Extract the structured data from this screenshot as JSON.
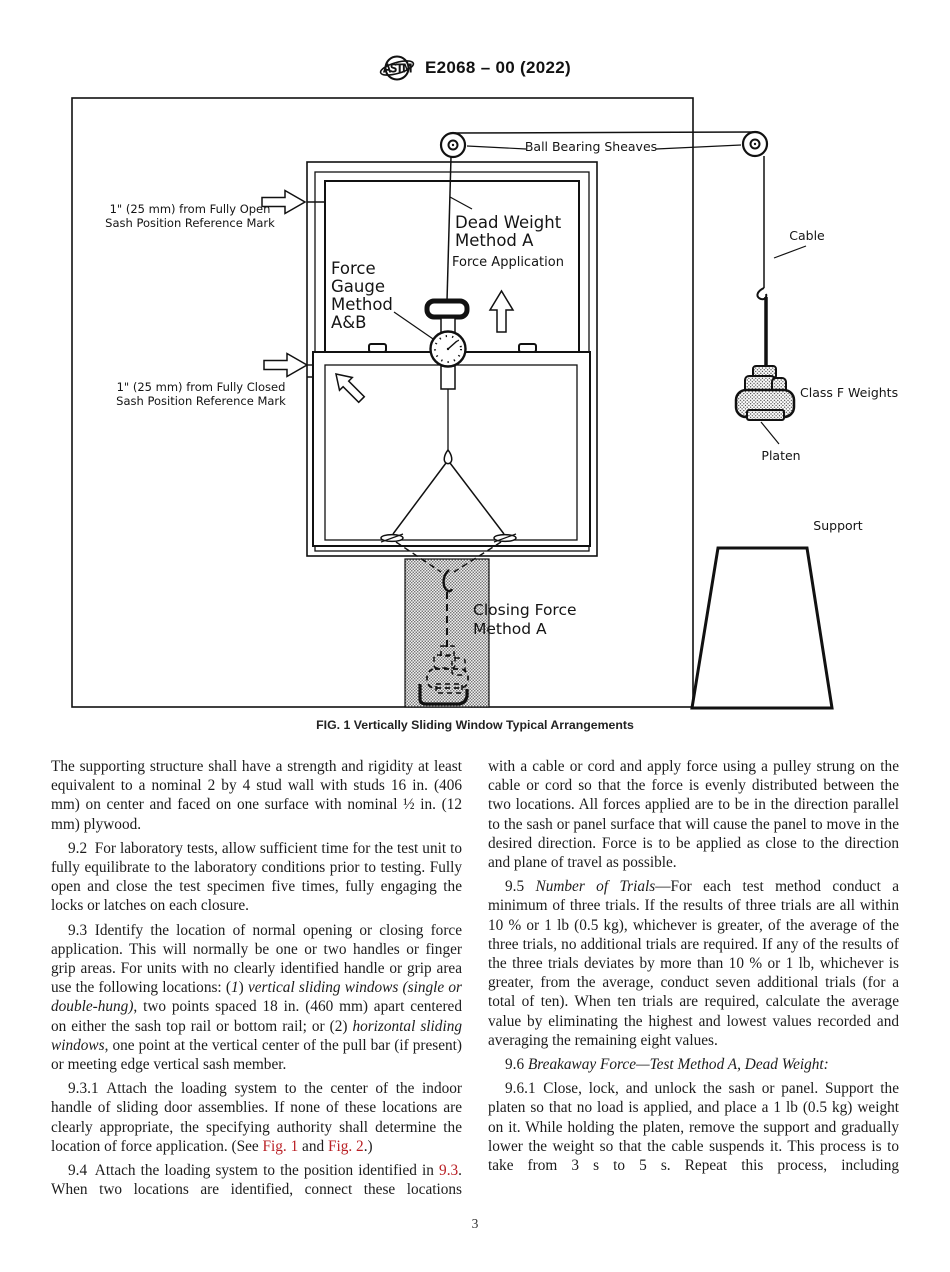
{
  "page": {
    "header": {
      "logo_text": "ASTM",
      "title": "E2068 – 00 (2022)"
    },
    "figure": {
      "caption": "FIG. 1 Vertically Sliding Window Typical Arrangements",
      "labels": {
        "ball_bearing_sheaves": "Ball Bearing Sheaves",
        "fully_open_l1": "1\" (25 mm) from Fully Open",
        "fully_open_l2": "Sash Position Reference Mark",
        "dead_weight_l1": "Dead Weight",
        "dead_weight_l2": "Method A",
        "force_application": "Force Application",
        "force_gauge_l1": "Force",
        "force_gauge_l2": "Gauge",
        "force_gauge_l3": "Method",
        "force_gauge_l4": "A&B",
        "fully_closed_l1": "1\" (25 mm) from Fully Closed",
        "fully_closed_l2": "Sash Position Reference Mark",
        "cable": "Cable",
        "class_f_weights": "Class F Weights",
        "platen": "Platen",
        "support": "Support",
        "closing_force_l1": "Closing Force",
        "closing_force_l2": "Method A"
      }
    },
    "body": {
      "left": [
        {
          "segments": [
            "The supporting structure shall have a strength and rigidity at least equivalent to a nominal 2 by 4 stud wall with studs 16 in. (406 mm) on center and faced on one surface with nominal ½ in. (12 mm) plywood."
          ]
        },
        {
          "segments": [
            "9.2 For laboratory tests, allow sufficient time for the test unit to fully equilibrate to the laboratory conditions prior to testing. Fully open and close the test specimen five times, fully engaging the locks or latches on each closure."
          ]
        },
        {
          "segments": [
            "9.3 Identify the location of normal opening or closing force application. This will normally be one or two handles or finger grip areas. For units with no clearly identified handle or grip area use the following locations: (",
            {
              "t": "1",
              "s": "i"
            },
            ") ",
            {
              "t": "vertical sliding windows (single or double-hung)",
              "s": "i"
            },
            ", two points spaced 18 in. (460 mm) apart centered on either the sash top rail or bottom rail; or (2) ",
            {
              "t": "horizontal sliding windows",
              "s": "i"
            },
            ", one point at the vertical center of the pull bar (if present) or meeting edge vertical sash member."
          ]
        },
        {
          "segments": [
            "9.3.1 Attach the loading system to the center of the indoor handle of sliding door assemblies. If none of these locations are clearly appropriate, the specifying authority shall determine the location of force application. (See ",
            {
              "t": "Fig. 1",
              "s": "red",
              "n": "ref-link-fig-1",
              "i": true
            },
            " and ",
            {
              "t": "Fig. 2",
              "s": "red",
              "n": "ref-link-fig-2",
              "i": true
            },
            ".)"
          ]
        },
        {
          "segments": [
            "9.4 Attach the loading system to the position identified in ",
            {
              "t": "9.3",
              "s": "red",
              "n": "ref-link-9-3",
              "i": true
            },
            ". When two locations are identified, connect these locations"
          ]
        }
      ],
      "right": [
        {
          "segments": [
            "with a cable or cord and apply force using a pulley strung on the cable or cord so that the force is evenly distributed between the two locations. All forces applied are to be in the direction parallel to the sash or panel surface that will cause the panel to move in the desired direction. Force is to be applied as close to the direction and plane of travel as possible."
          ]
        },
        {
          "segments": [
            "9.5 ",
            {
              "t": "Number of Trials",
              "s": "i"
            },
            "—For each test method conduct a minimum of three trials. If the results of three trials are all within 10 % or 1 lb (0.5 kg), whichever is greater, of the average of the three trials, no additional trials are required. If any of the results of the three trials deviates by more than 10 % or 1 lb, whichever is greater, from the average, conduct seven additional trials (for a total of ten). When ten trials are required, calculate the average value by eliminating the highest and lowest values recorded and averaging the remaining eight values."
          ]
        },
        {
          "segments": [
            "9.6 ",
            {
              "t": "Breakaway Force—Test Method A, Dead Weight:",
              "s": "i"
            }
          ]
        },
        {
          "segments": [
            "9.6.1 Close, lock, and unlock the sash or panel. Support the platen so that no load is applied, and place a 1 lb (0.5 kg) weight on it. While holding the platen, remove the support and gradually lower the weight so that the cable suspends it. This process is to take from 3 s to 5 s. Repeat this process, including"
          ]
        }
      ]
    },
    "page_number": "3",
    "colors": {
      "link_red": "#b92025",
      "ink": "#1c1c1c"
    }
  }
}
